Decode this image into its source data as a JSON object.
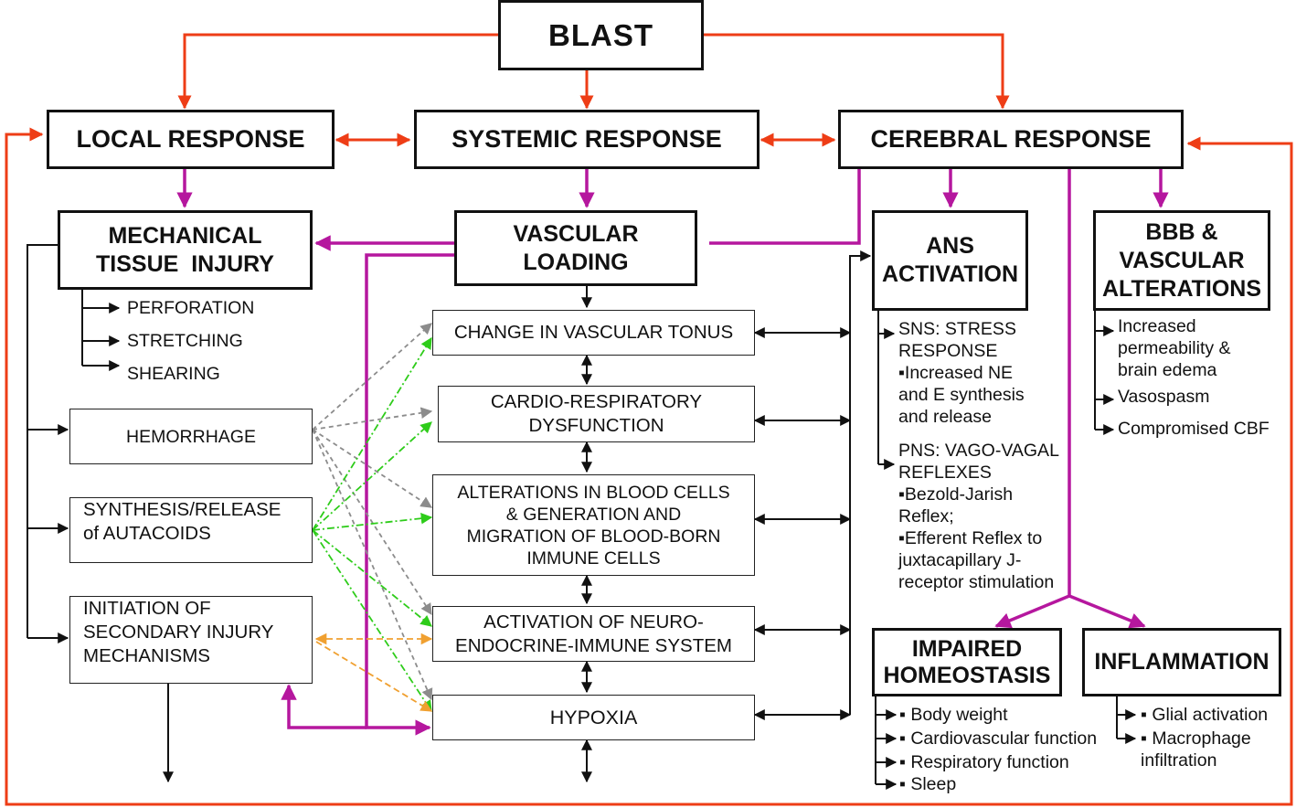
{
  "blast": "BLAST",
  "responses": {
    "local": "LOCAL RESPONSE",
    "systemic": "SYSTEMIC RESPONSE",
    "cerebral": "CEREBRAL RESPONSE"
  },
  "local": {
    "mechanical": [
      "MECHANICAL",
      "TISSUE  INJURY"
    ],
    "injuries": [
      "PERFORATION",
      "STRETCHING",
      "SHEARING"
    ],
    "hemorrhage": "HEMORRHAGE",
    "autacoids": [
      "SYNTHESIS/RELEASE",
      "of AUTACOIDS"
    ],
    "secondary": [
      "INITIATION OF",
      "SECONDARY INJURY",
      "MECHANISMS"
    ]
  },
  "systemic": {
    "vascular_loading": [
      "VASCULAR",
      "LOADING"
    ],
    "tonus": "CHANGE IN VASCULAR TONUS",
    "cardio": [
      "CARDIO-RESPIRATORY",
      "DYSFUNCTION"
    ],
    "blood_cells": [
      "ALTERATIONS IN BLOOD CELLS",
      "& GENERATION AND",
      "MIGRATION OF BLOOD-BORN",
      "IMMUNE CELLS"
    ],
    "nei": [
      "ACTIVATION OF NEURO-",
      "ENDOCRINE-IMMUNE SYSTEM"
    ],
    "hypoxia": "HYPOXIA"
  },
  "cerebral": {
    "ans": [
      "ANS",
      "ACTIVATION"
    ],
    "sns": [
      "SNS: STRESS",
      "RESPONSE",
      "▪Increased NE",
      "and E synthesis",
      "and release"
    ],
    "pns": [
      "PNS: VAGO-VAGAL",
      "REFLEXES",
      "▪Bezold-Jarish",
      "Reflex;",
      "▪Efferent Reflex to",
      "juxtacapillary J-",
      "receptor stimulation"
    ],
    "bbb": [
      "BBB &",
      "VASCULAR",
      "ALTERATIONS"
    ],
    "bbb_items": [
      "Increased",
      "permeability &",
      "brain edema",
      "Vasospasm",
      "Compromised CBF"
    ],
    "impaired": [
      "IMPAIRED",
      "HOMEOSTASIS"
    ],
    "impaired_items": [
      "▪ Body weight",
      "▪ Cardiovascular function",
      "▪ Respiratory function",
      "▪ Sleep"
    ],
    "inflammation": "INFLAMMATION",
    "inflammation_items": [
      "▪ Glial activation",
      "▪ Macrophage",
      "infiltration"
    ]
  },
  "colors": {
    "red": "#ee3d16",
    "magenta": "#b5179e",
    "black": "#111111",
    "gray_dash": "#8c8c8c",
    "green_dashdot": "#2ecc1a",
    "orange_dash": "#f0a030"
  }
}
